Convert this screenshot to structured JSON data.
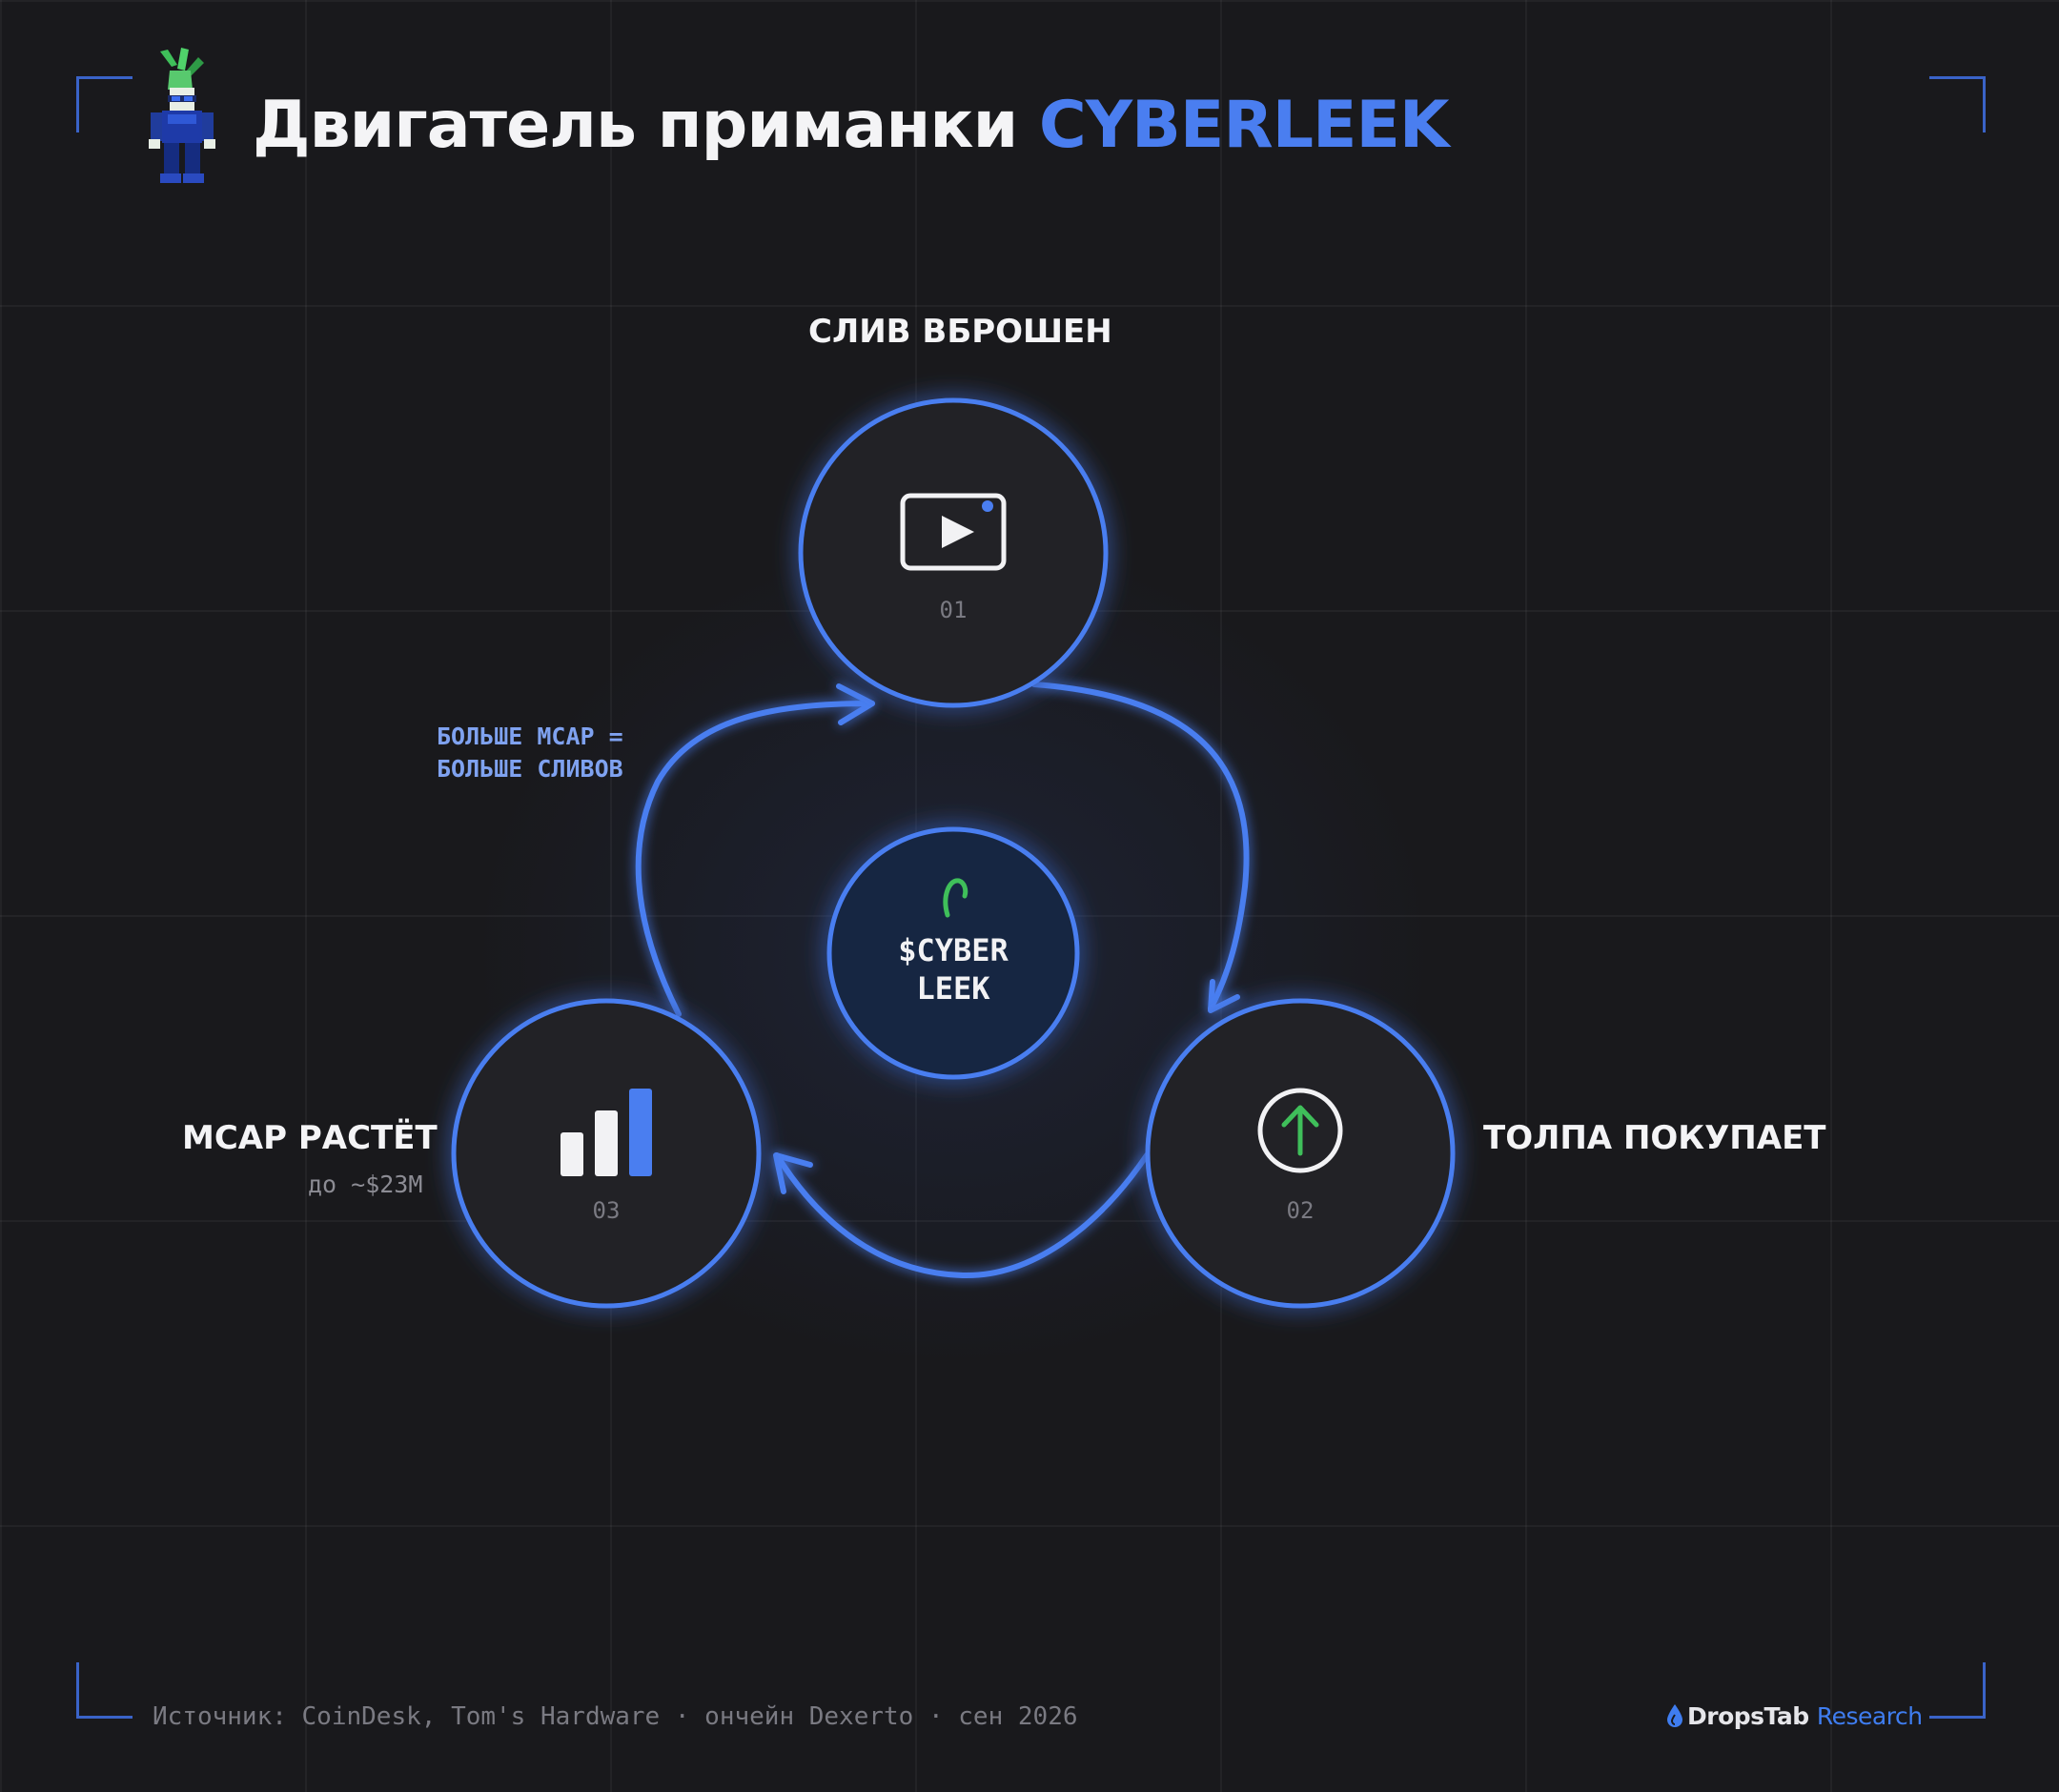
{
  "header": {
    "title": "Двигатель приманки",
    "title_accent": "CYBERLEEK"
  },
  "nodes": [
    {
      "label": "СЛИВ ВБРОШЕН",
      "number": "01",
      "icon": "video-play-icon"
    },
    {
      "label": "ТОЛПА ПОКУПАЕТ",
      "number": "02",
      "icon": "arrow-up-circle-icon"
    },
    {
      "label": "MCAP РАСТЁТ",
      "sublabel": "до ~$23M",
      "number": "03",
      "icon": "bar-chart-icon"
    }
  ],
  "center": {
    "line1": "$CYBER",
    "line2": "LEEK",
    "icon": "leek-sprout-icon"
  },
  "feedback": {
    "line1": "БОЛЬШЕ MCAP =",
    "line2": "БОЛЬШЕ СЛИВОВ"
  },
  "footer": {
    "source": "Источник: CoinDesk, Tom's Hardware · ончейн Dexerto · сен 2026",
    "brand_name": "DropsTab",
    "brand_accent": "Research"
  },
  "colors": {
    "background": "#19191c",
    "accent_blue": "#4a7ef0",
    "node_fill": "#232327",
    "center_fill": "#172643",
    "up_arrow_green": "#3fbf5a"
  }
}
